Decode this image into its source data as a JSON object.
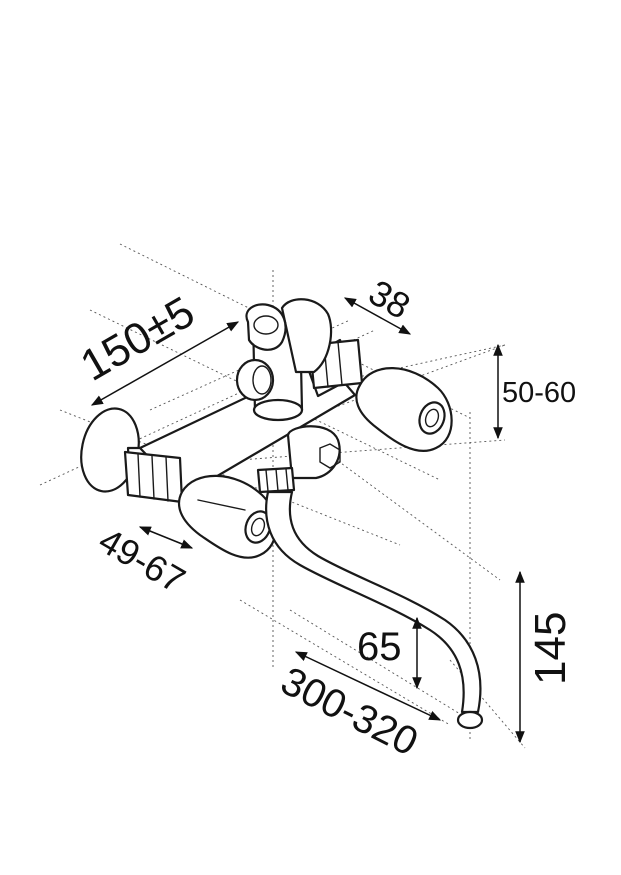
{
  "dimensions": {
    "center_spacing": "150±5",
    "outlet_width": "38",
    "diverter_height": "50-60",
    "eccentric_length": "49-67",
    "spout_height": "65",
    "spout_reach": "300-320",
    "overall_height": "145"
  },
  "colors": {
    "line": "#1a1a1a",
    "background": "#ffffff"
  }
}
